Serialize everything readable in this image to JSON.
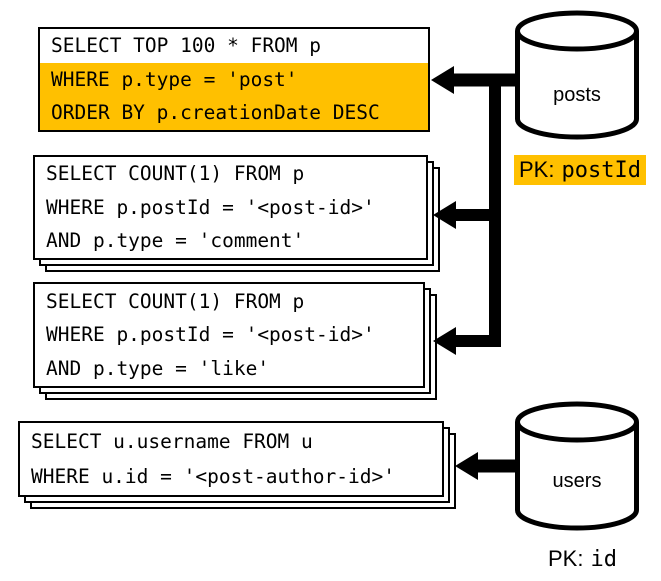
{
  "colors": {
    "highlight": "#FFC000",
    "stroke": "#000000",
    "background": "#FFFFFF"
  },
  "queries": [
    {
      "name": "top-posts",
      "lines": [
        {
          "text": "SELECT TOP 100 * FROM p",
          "highlight": false
        },
        {
          "text": "WHERE p.type = 'post'",
          "highlight": true
        },
        {
          "text": "ORDER BY p.creationDate DESC",
          "highlight": true
        }
      ]
    },
    {
      "name": "comment-count",
      "lines": [
        {
          "text": "SELECT COUNT(1) FROM p",
          "highlight": false
        },
        {
          "text": "WHERE p.postId = '<post-id>'",
          "highlight": false
        },
        {
          "text": "AND p.type = 'comment'",
          "highlight": false
        }
      ]
    },
    {
      "name": "like-count",
      "lines": [
        {
          "text": "SELECT COUNT(1) FROM p",
          "highlight": false
        },
        {
          "text": "WHERE p.postId = '<post-id>'",
          "highlight": false
        },
        {
          "text": "AND p.type = 'like'",
          "highlight": false
        }
      ]
    },
    {
      "name": "post-author-username",
      "lines": [
        {
          "text": "SELECT u.username FROM u",
          "highlight": false
        },
        {
          "text": "WHERE u.id = '<post-author-id>'",
          "highlight": false
        }
      ]
    }
  ],
  "databases": [
    {
      "name": "posts",
      "label": "posts",
      "pk_prefix": "PK:",
      "pk_value": "postId",
      "pk_highlighted": true
    },
    {
      "name": "users",
      "label": "users",
      "pk_prefix": "PK:",
      "pk_value": "id",
      "pk_highlighted": false
    }
  ]
}
